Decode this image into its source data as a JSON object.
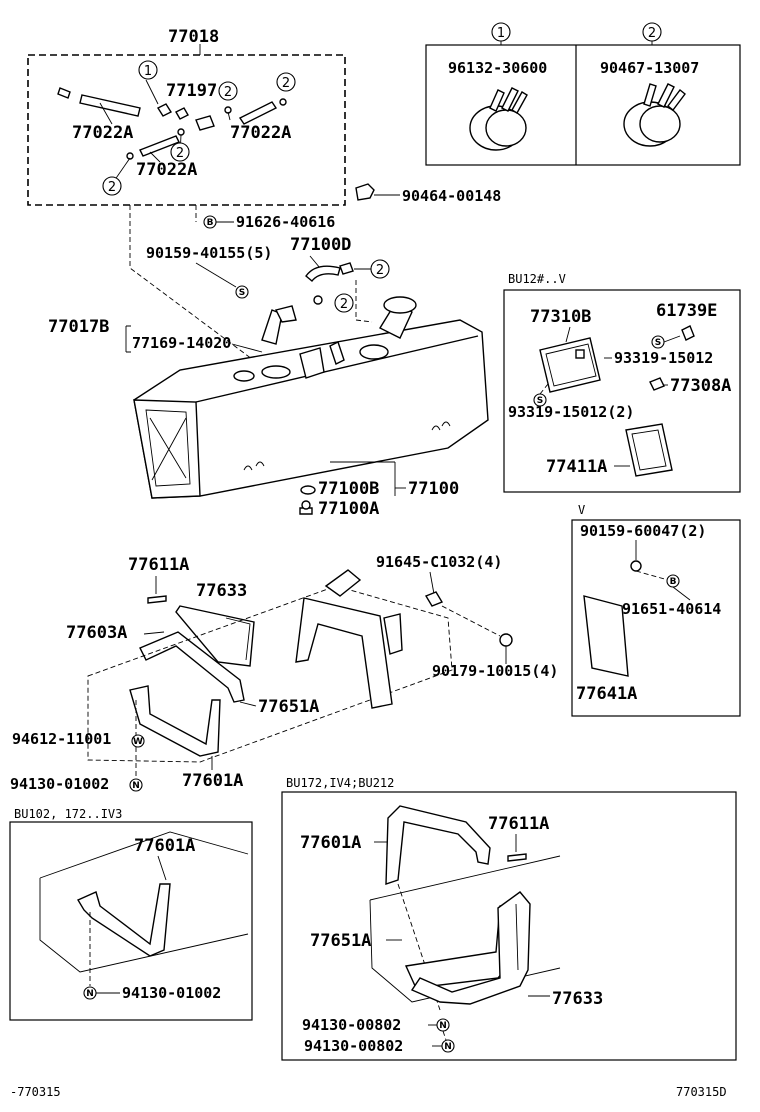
{
  "labels": {
    "l_77018": "77018",
    "l_77197": "77197",
    "l_77022a_1": "77022A",
    "l_77022a_2": "77022A",
    "l_77022a_3": "77022A",
    "l_90464": "90464-00148",
    "l_91626": "91626-40616",
    "l_90159_40155": "90159-40155(5)",
    "l_77100d": "77100D",
    "l_77017b": "77017B",
    "l_77169": "77169-14020",
    "l_77100b": "77100B",
    "l_77100": "77100",
    "l_77100a": "77100A",
    "l_77611a_1": "77611A",
    "l_77633_1": "77633",
    "l_91645": "91645-C1032(4)",
    "l_77603a": "77603A",
    "l_77651a_1": "77651A",
    "l_90179": "90179-10015(4)",
    "l_94612": "94612-11001",
    "l_94130_1": "94130-01002",
    "l_77601a_1": "77601A",
    "l_77310b": "77310B",
    "l_61739e": "61739E",
    "l_93319_a": "93319-15012",
    "l_77308a": "77308A",
    "l_93319_b": "93319-15012(2)",
    "l_77411a": "77411A",
    "l_90159_60047": "90159-60047(2)",
    "l_91651": "91651-40614",
    "l_77641a": "77641A",
    "l_77601a_2": "77601A",
    "l_94130_2": "94130-01002",
    "l_77601a_3": "77601A",
    "l_77611a_2": "77611A",
    "l_77651a_2": "77651A",
    "l_77633_2": "77633",
    "l_94130_00802_a": "94130-00802",
    "l_94130_00802_b": "94130-00802"
  },
  "clamp_legend": {
    "col1_marker": "1",
    "col1_part": "96132-30600",
    "col2_marker": "2",
    "col2_part": "90467-13007"
  },
  "markers": {
    "one": "1",
    "two": "2",
    "s": "S",
    "b": "B",
    "w": "W",
    "n": "N"
  },
  "boxes": {
    "box_bu12": "BU12#..V",
    "box_v": "V",
    "box_bu102": "BU102, 172..IV3",
    "box_bu172": "BU172,IV4;BU212"
  },
  "footer": {
    "left": "-770315",
    "right": "770315D"
  }
}
